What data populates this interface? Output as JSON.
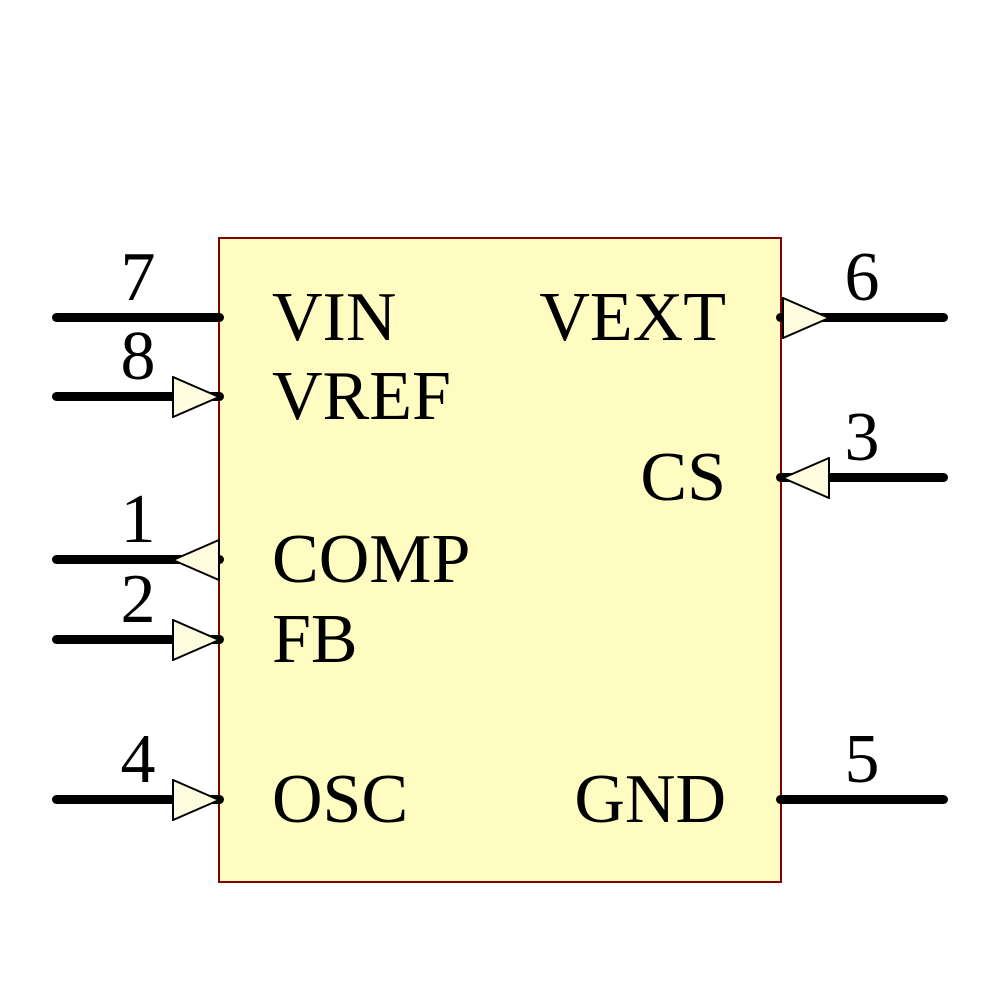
{
  "component": {
    "kind": "ic-schematic-symbol",
    "body_fill": "#FEFCC0",
    "body_border": "#7F0000",
    "wire_color": "#000000",
    "arrow_fill": "#FEFDE0",
    "text_color": "#000000",
    "pins": [
      {
        "number": "7",
        "name": "VIN",
        "side": "left",
        "arrow": "none"
      },
      {
        "number": "8",
        "name": "VREF",
        "side": "left",
        "arrow": "into-component"
      },
      {
        "number": "1",
        "name": "COMP",
        "side": "left",
        "arrow": "out-of-component"
      },
      {
        "number": "2",
        "name": "FB",
        "side": "left",
        "arrow": "into-component"
      },
      {
        "number": "4",
        "name": "OSC",
        "side": "left",
        "arrow": "into-component"
      },
      {
        "number": "6",
        "name": "VEXT",
        "side": "right",
        "arrow": "out-of-component"
      },
      {
        "number": "3",
        "name": "CS",
        "side": "right",
        "arrow": "into-component"
      },
      {
        "number": "5",
        "name": "GND",
        "side": "right",
        "arrow": "none"
      }
    ]
  }
}
